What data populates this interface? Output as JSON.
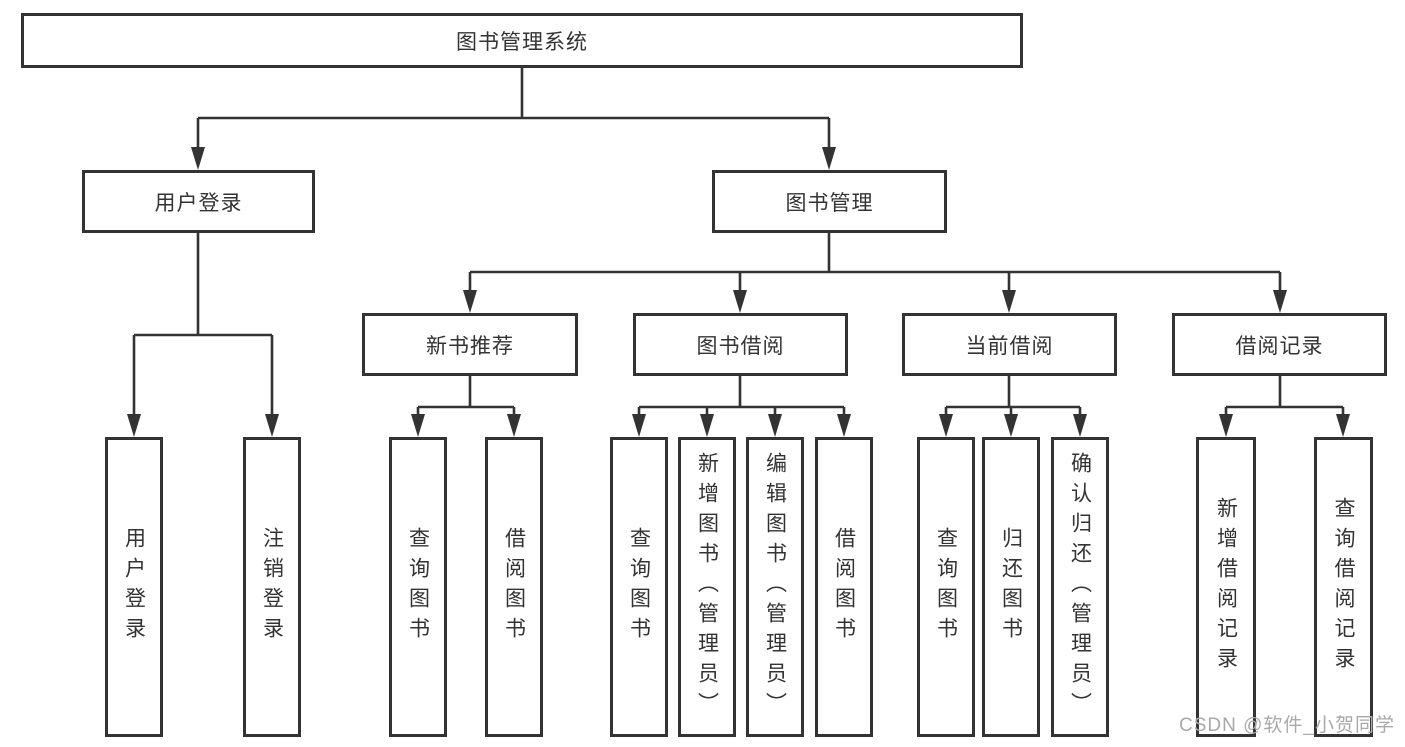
{
  "root": {
    "label": "图书管理系统"
  },
  "branches": [
    {
      "label": "用户登录",
      "children": [
        "用户登录",
        "注销登录"
      ]
    },
    {
      "label": "图书管理",
      "modules": [
        {
          "label": "新书推荐",
          "children": [
            "查询图书",
            "借阅图书"
          ]
        },
        {
          "label": "图书借阅",
          "children": [
            "查询图书",
            "新增图书（管理员）",
            "编辑图书（管理员）",
            "借阅图书"
          ]
        },
        {
          "label": "当前借阅",
          "children": [
            "查询图书",
            "归还图书",
            "确认归还（管理员）"
          ]
        },
        {
          "label": "借阅记录",
          "children": [
            "新增借阅记录",
            "查询借阅记录"
          ]
        }
      ]
    }
  ],
  "watermark": "CSDN @软件_小贺同学",
  "colors": {
    "line": "#333333",
    "text": "#333333",
    "box_background": "#ffffff",
    "watermark": "#a9a9a9",
    "background": "#ffffff"
  }
}
